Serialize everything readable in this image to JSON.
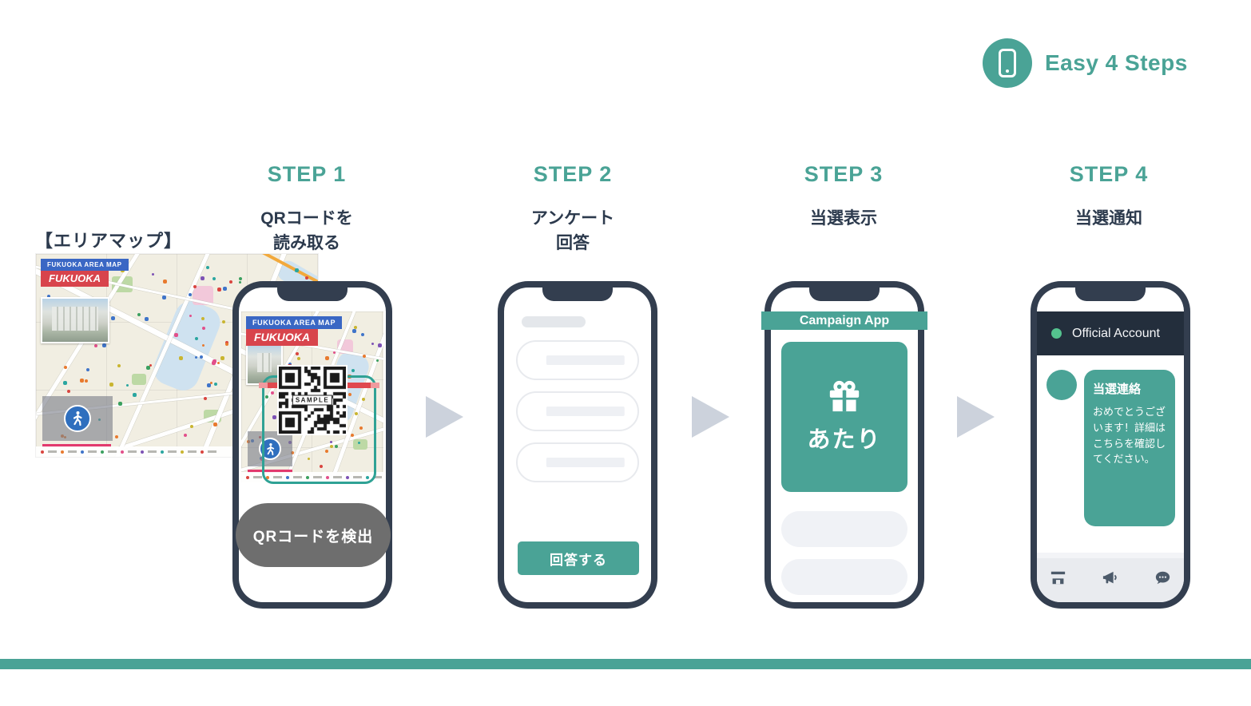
{
  "colors": {
    "accent_teal": "#4aa396",
    "navy_text": "#2c3a4d",
    "phone_frame": "#333e4f",
    "gray_button": "#6e6e6e",
    "arrow_gray": "#ccd2dc",
    "banner_blue": "#3a67c4",
    "banner_red": "#d8444c",
    "header_dark": "#232e3c",
    "status_green": "#54c28e"
  },
  "header": {
    "badge_label": "Easy 4 Steps",
    "badge_icon": "smartphone-icon"
  },
  "steps": [
    {
      "title": "STEP 1",
      "subtitle": "QRコードを\n読み取る"
    },
    {
      "title": "STEP 2",
      "subtitle": "アンケート\n回答"
    },
    {
      "title": "STEP 3",
      "subtitle": "当選表示"
    },
    {
      "title": "STEP 4",
      "subtitle": "当選通知"
    }
  ],
  "map": {
    "label": "【エリアマップ】",
    "banner_top": "FUKUOKA AREA MAP",
    "banner_city": "FUKUOKA",
    "walk_icon": "pedestrian-icon"
  },
  "step1": {
    "qr_sample_label": "SAMPLE",
    "scan_button": "QRコードを検出"
  },
  "step2": {
    "submit_button": "回答する"
  },
  "step3": {
    "app_header": "Campaign App",
    "result_text": "あたり",
    "result_icon": "gift-icon"
  },
  "step4": {
    "account_header": "Official Account",
    "message_title": "当選連絡",
    "message_body": "おめでとうございます！詳細はこちらを確認してください。",
    "footer_icons": [
      "shop-icon",
      "megaphone-icon",
      "chat-icon"
    ]
  }
}
